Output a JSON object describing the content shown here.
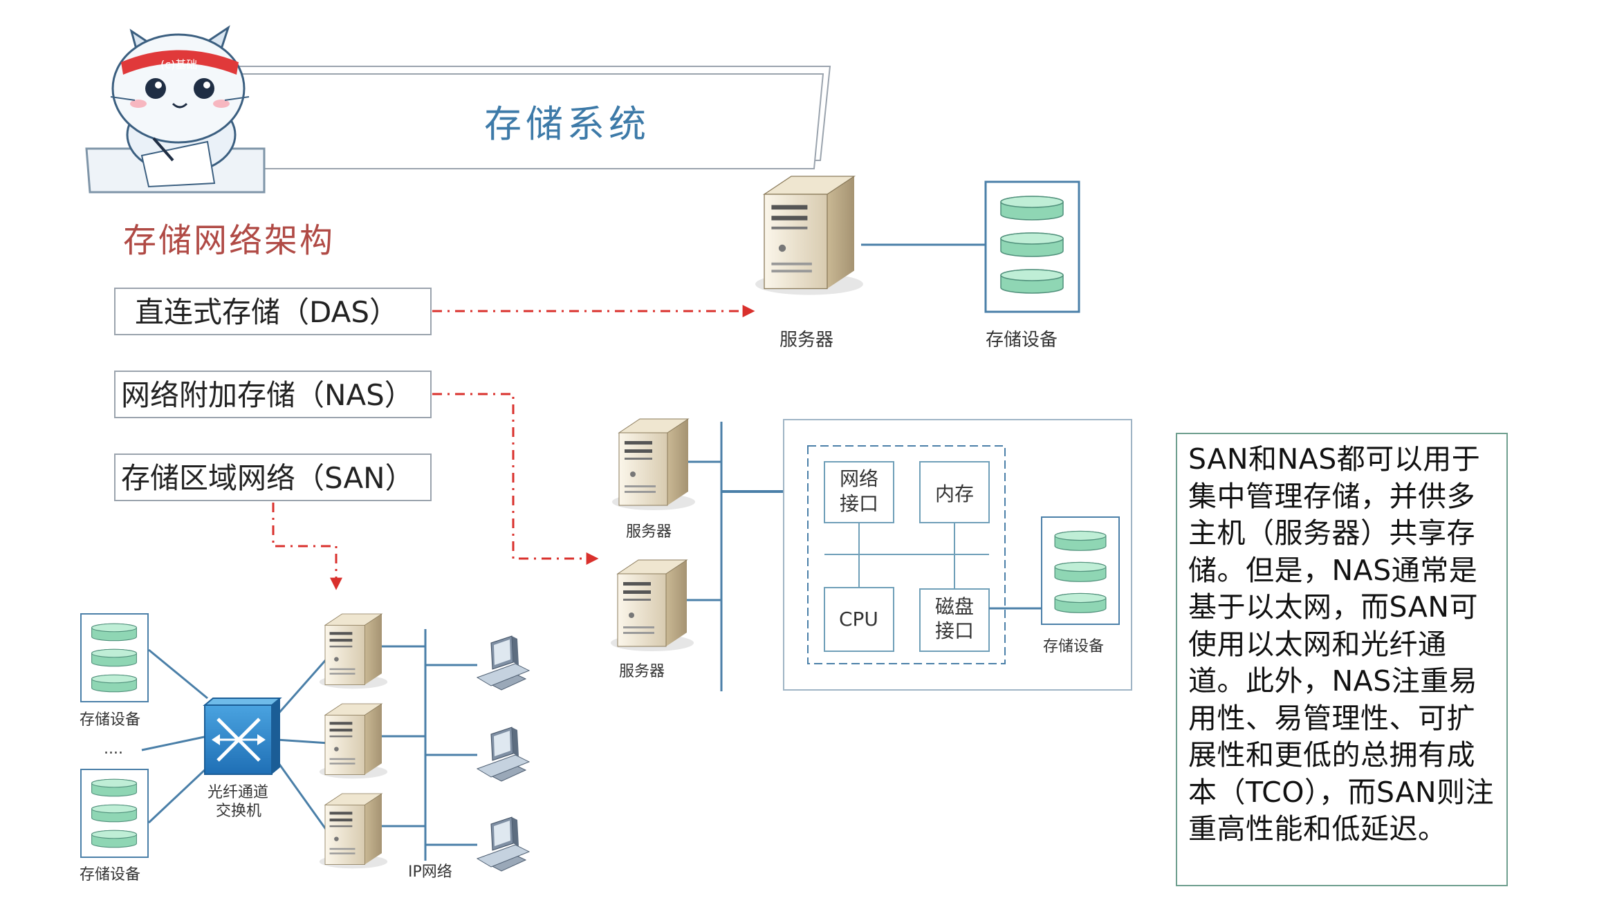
{
  "header": {
    "title": "存储系统",
    "badge_text": "(c)基础"
  },
  "section": {
    "subtitle": "存储网络架构"
  },
  "categories": {
    "das": "直连式存储（DAS）",
    "nas": "网络附加存储（NAS）",
    "san": "存储区域网络（SAN）"
  },
  "das_diagram": {
    "server_label": "服务器",
    "storage_label": "存储设备"
  },
  "nas_diagram": {
    "server1_label": "服务器",
    "server2_label": "服务器",
    "net_interface": [
      "网络",
      "接口"
    ],
    "memory": "内存",
    "cpu": "CPU",
    "disk_interface": [
      "磁盘",
      "接口"
    ],
    "storage_label": "存储设备"
  },
  "san_diagram": {
    "storage_top_label": "存储设备",
    "ellipsis": "....",
    "storage_bottom_label": "存储设备",
    "switch_label": [
      "光纤通道",
      "交换机"
    ],
    "ip_network_label": "IP网络"
  },
  "note": {
    "text": "SAN和NAS都可以用于集中管理存储，并供多主机（服务器）共享存储。但是，NAS通常是基于以太网，而SAN可使用以太网和光纤通道。此外，NAS注重易用性、易管理性、可扩展性和更低的总拥有成本（TCO），而SAN则注重高性能和低延迟。"
  },
  "colors": {
    "title": "#3d7aa8",
    "subtitle": "#b04a45",
    "arrow": "#d9302c",
    "line": "#4a7fa8",
    "disk": "#8fd6b4"
  }
}
